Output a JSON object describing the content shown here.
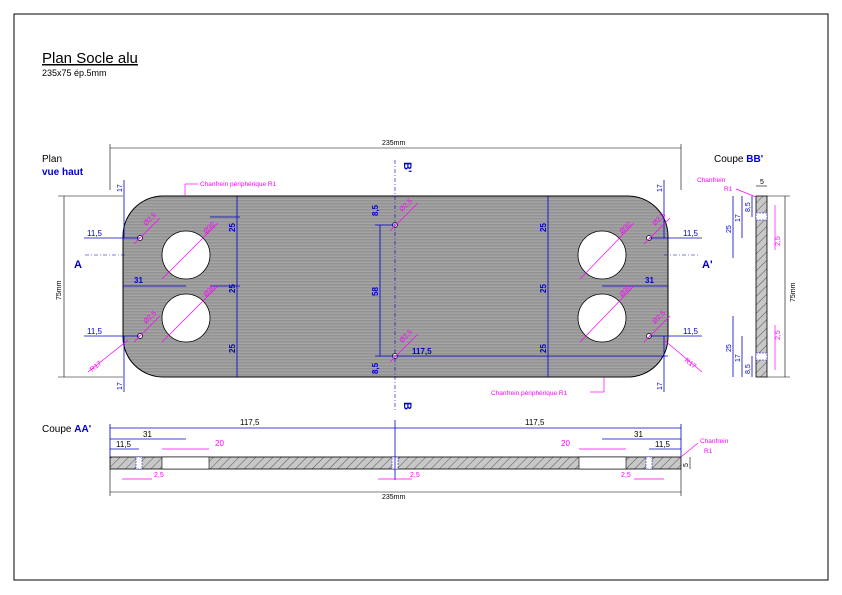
{
  "title": "Plan Socle alu",
  "subtitle": "235x75 ép.5mm",
  "plan": {
    "label1": "Plan",
    "label2": "vue haut",
    "width_dim": "235mm",
    "height_dim": "75mm",
    "dim_17": "17",
    "dim_11_5": "11,5",
    "dim_31": "31",
    "dim_25": "25",
    "dim_58": "58",
    "dim_8_5": "8,5",
    "dim_117_5": "117,5",
    "hole_small": "Ø2,5",
    "hole_big": "Ø30",
    "radius": "R17",
    "chamfer_top": "Chanfrein périphérique R1",
    "chamfer_bottom": "Chanfrein périphérique R1",
    "sec_a": "A",
    "sec_a2": "A'",
    "sec_b": "B",
    "sec_b2": "B'"
  },
  "section_bb": {
    "label": "Coupe ",
    "label_bold": "BB'",
    "chamfer_line1": "Chanfrein",
    "chamfer_line2": "R1",
    "dim_5": "5",
    "dim_17": "17",
    "dim_8_5": "8,5",
    "dim_25": "25",
    "dim_2_5": "2,5",
    "height": "75mm"
  },
  "section_aa": {
    "label": "Coupe ",
    "label_bold": "AA'",
    "dim_117_5": "117,5",
    "dim_31": "31",
    "dim_11_5": "11,5",
    "dim_20": "20",
    "dim_2_5": "2,5",
    "dim_5": "5",
    "width": "235mm",
    "chamfer_line1": "Chanfrein",
    "chamfer_line2": "R1"
  }
}
